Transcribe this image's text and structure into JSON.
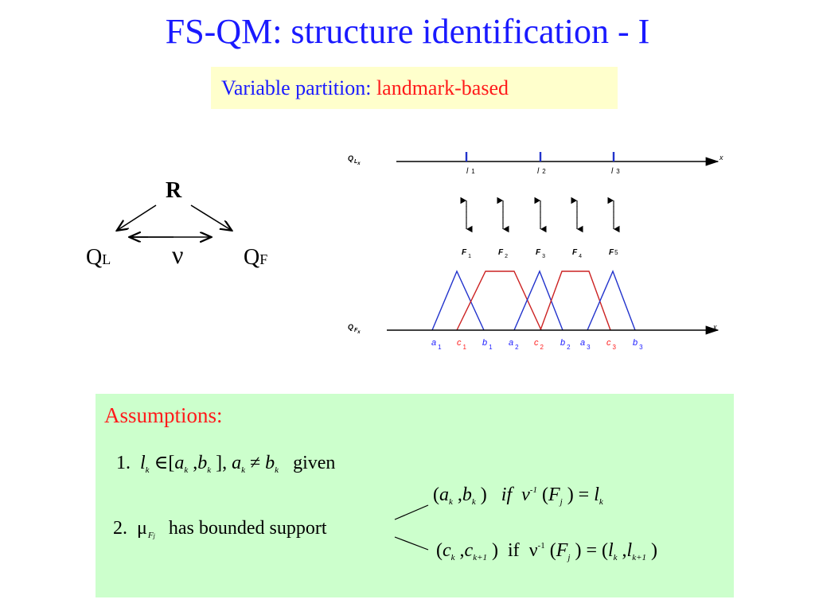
{
  "title": "FS-QM: structure identification - I",
  "subtitle": {
    "prefix": "Variable partition: ",
    "highlight": "landmark-based"
  },
  "triangle": {
    "top": "R",
    "left": "Q",
    "left_sub": "L",
    "right": "Q",
    "right_sub": "F",
    "center": "ν"
  },
  "landmark_axis": {
    "label": "Q",
    "label_sub": "L",
    "label_subsub": "x",
    "axis_var": "x",
    "landmarks": [
      {
        "name": "l",
        "index": "1"
      },
      {
        "name": "l",
        "index": "2"
      },
      {
        "name": "l",
        "index": "3"
      }
    ]
  },
  "fuzzy_sets": [
    {
      "name": "F",
      "index": "1"
    },
    {
      "name": "F",
      "index": "2"
    },
    {
      "name": "F",
      "index": "3"
    },
    {
      "name": "F",
      "index": "4"
    },
    {
      "name": "F",
      "index": "5"
    }
  ],
  "fuzzy_axis": {
    "label": "Q",
    "label_sub": "F",
    "label_subsub": "x",
    "axis_var": "x",
    "ticks": [
      {
        "name": "a",
        "index": "1",
        "color": "#1a1aff"
      },
      {
        "name": "c",
        "index": "1",
        "color": "#ff1a1a"
      },
      {
        "name": "b",
        "index": "1",
        "color": "#1a1aff"
      },
      {
        "name": "a",
        "index": "2",
        "color": "#1a1aff"
      },
      {
        "name": "c",
        "index": "2",
        "color": "#ff1a1a"
      },
      {
        "name": "b",
        "index": "2",
        "color": "#1a1aff"
      },
      {
        "name": "a",
        "index": "3",
        "color": "#1a1aff"
      },
      {
        "name": "c",
        "index": "3",
        "color": "#ff1a1a"
      },
      {
        "name": "b",
        "index": "3",
        "color": "#1a1aff"
      }
    ]
  },
  "assumptions": {
    "heading": "Assumptions:",
    "item1": {
      "num": "1.",
      "given": "given"
    },
    "item2": {
      "num": "2.",
      "text": "has bounded support"
    },
    "case_if": "if",
    "case_if_upright": "if"
  },
  "colors": {
    "title": "#1a1aff",
    "highlight": "#ff1a1a",
    "subtitle_bg": "#ffffcc",
    "assumptions_bg": "#ccffcc",
    "set_blue": "#2233cc",
    "set_red": "#cc2222"
  }
}
